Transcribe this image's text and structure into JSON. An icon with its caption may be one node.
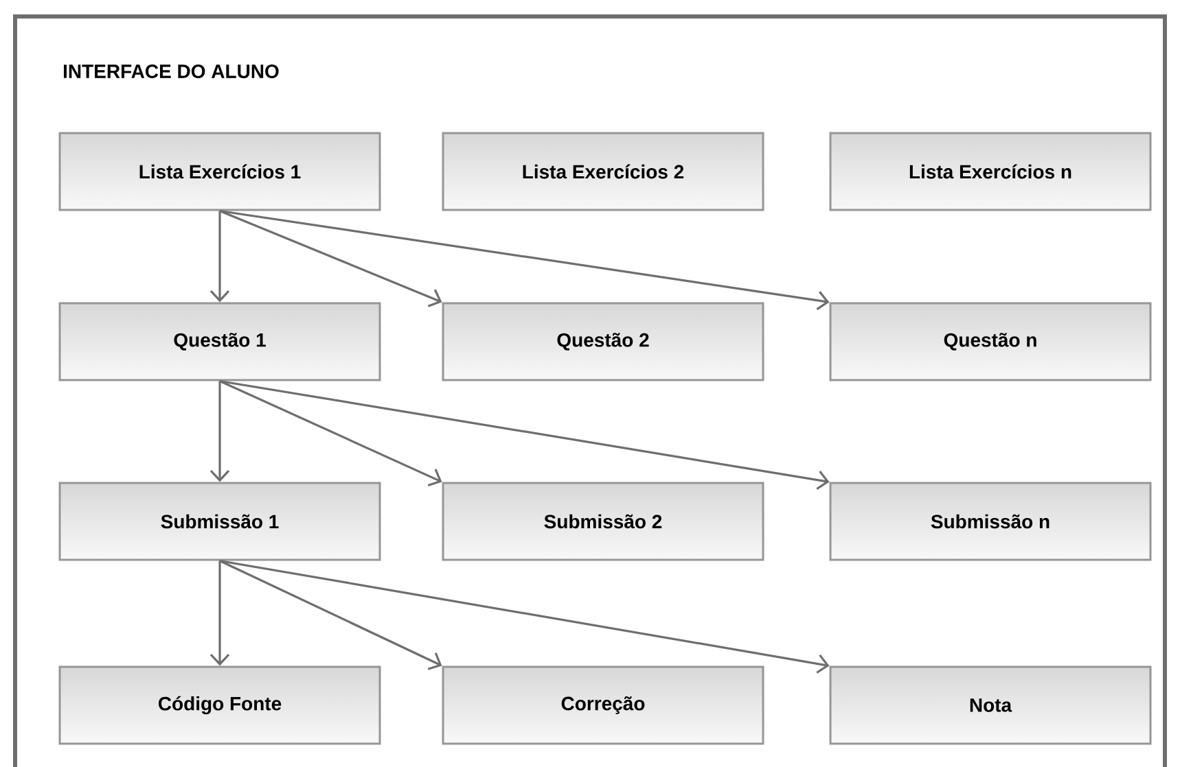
{
  "diagram": {
    "title": "INTERFACE DO ALUNO",
    "nodes": [
      {
        "text": [
          "Lista Exercícios 1"
        ]
      },
      {
        "text": [
          "Lista Exercícios 2"
        ]
      },
      {
        "text": [
          "Lista Exercícios n"
        ]
      },
      {
        "text": [
          "Questão 1"
        ]
      },
      {
        "text": [
          "Questão 2"
        ]
      },
      {
        "text": [
          "Questão n"
        ]
      },
      {
        "text": [
          "Submissão 1"
        ]
      },
      {
        "text": [
          "Submissão 2"
        ]
      },
      {
        "text": [
          "Submissão n"
        ]
      },
      {
        "text": [
          "Código Fonte"
        ]
      },
      {
        "text": [
          "Correção"
        ]
      },
      {
        "text": [
          "Nota"
        ]
      }
    ],
    "edges": [
      {
        "from": 0,
        "to": 3,
        "arrow": "to"
      },
      {
        "from": 0,
        "to": 4,
        "arrow": "to"
      },
      {
        "from": 0,
        "to": 5,
        "arrow": "to"
      },
      {
        "from": 3,
        "to": 6,
        "arrow": "to"
      },
      {
        "from": 3,
        "to": 7,
        "arrow": "to"
      },
      {
        "from": 3,
        "to": 8,
        "arrow": "to"
      },
      {
        "from": 6,
        "to": 9,
        "arrow": "to"
      },
      {
        "from": 6,
        "to": 10,
        "arrow": "to"
      },
      {
        "from": 6,
        "to": 11,
        "arrow": "to"
      }
    ]
  }
}
